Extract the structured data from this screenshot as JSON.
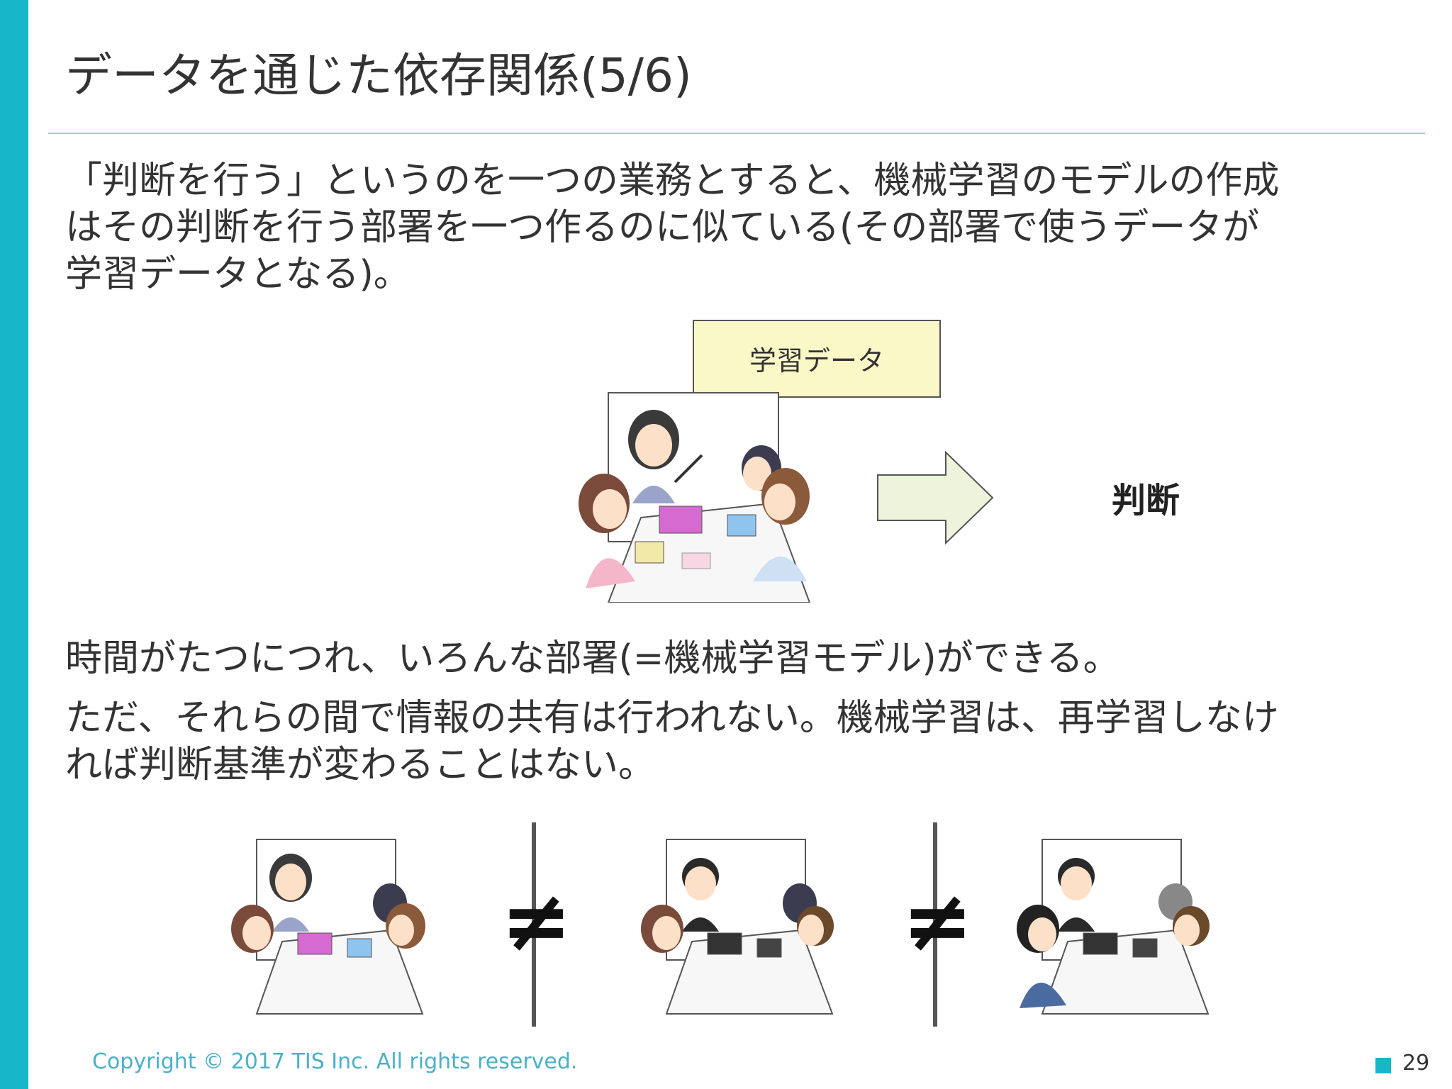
{
  "slide": {
    "title": "データを通じた依存関係(5/6)",
    "paragraph1": [
      "「判断を行う」というのを一つの業務とすると、機械学習のモデルの作成",
      "はその判断を行う部署を一つ作るのに似ている(その部署で使うデータが",
      "学習データとなる)。"
    ],
    "callout": "学習データ",
    "result_label": "判断",
    "paragraph2": "時間がたつにつれ、いろんな部署(=機械学習モデル)ができる。",
    "paragraph3": [
      "ただ、それらの間で情報の共有は行われない。機械学習は、再学習しなけ",
      "れば判断基準が変わることはない。"
    ],
    "not_equal_symbol": "≠",
    "footer": {
      "copyright": "Copyright © 2017 TIS Inc. All rights reserved.",
      "page_number": "29"
    }
  },
  "colors": {
    "accent": "#17b7c9",
    "callout_fill": "#fbf8c8",
    "arrow_fill": "#eef3dc"
  }
}
